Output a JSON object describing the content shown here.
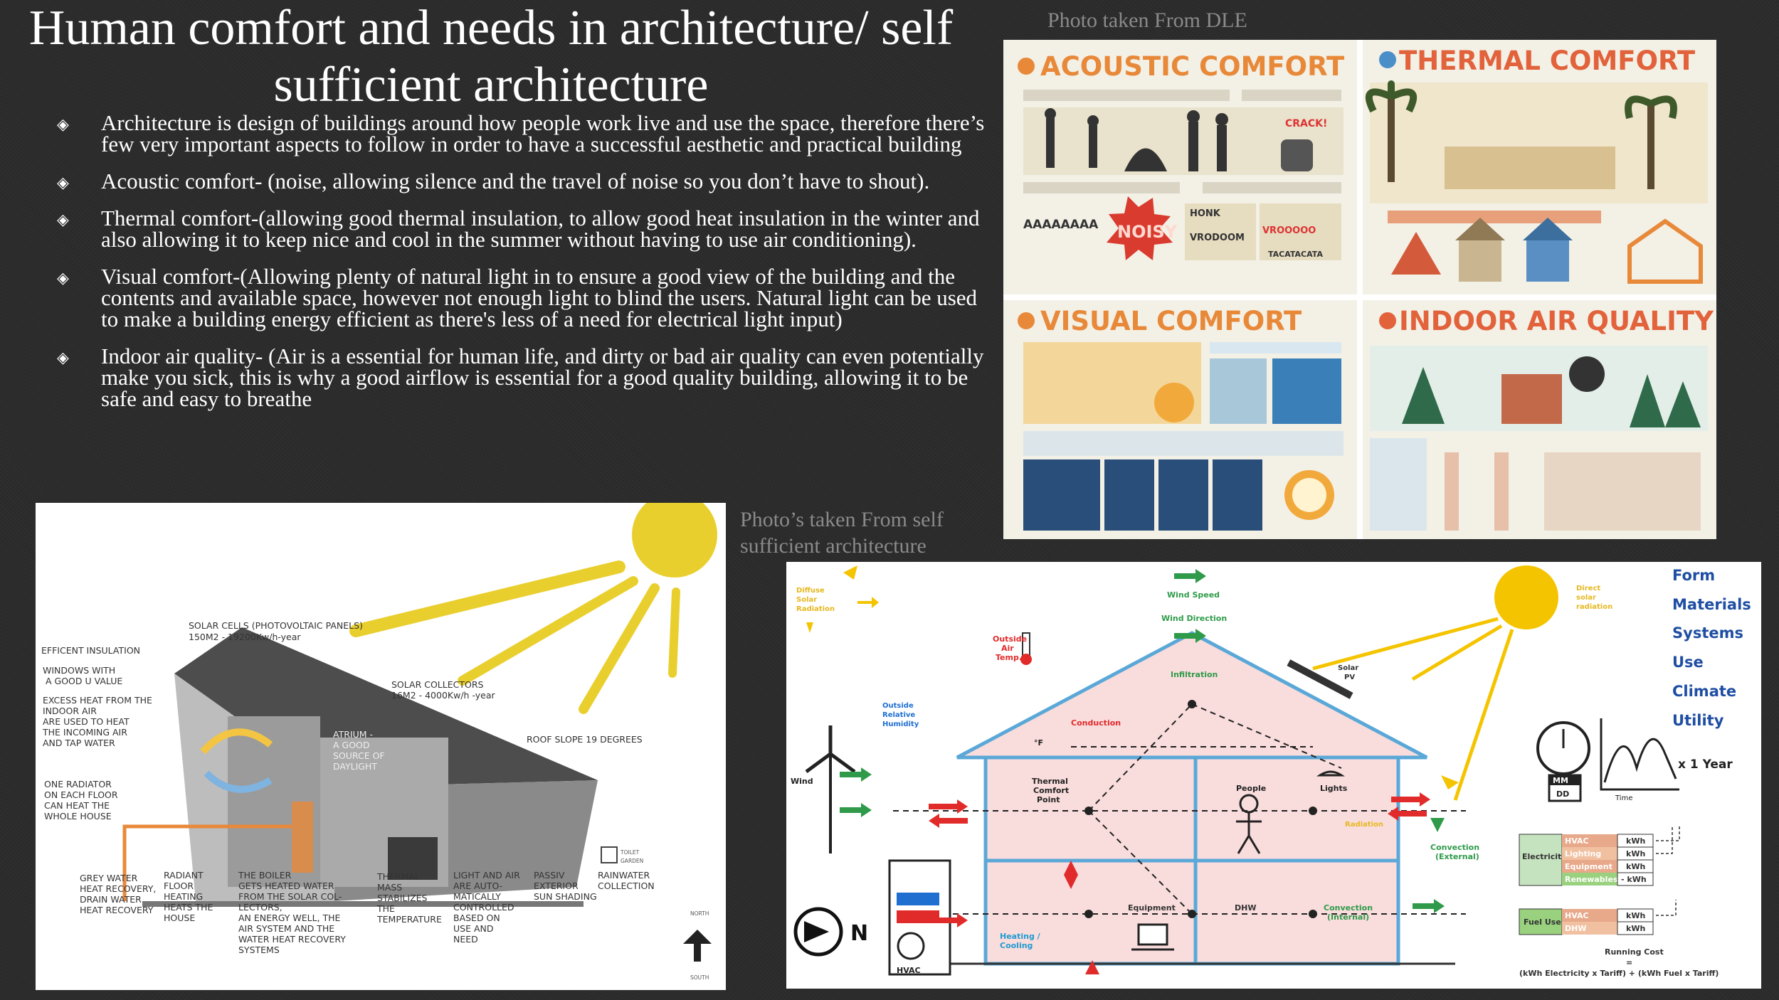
{
  "slide": {
    "title": "Human comfort and needs in architecture/ self sufficient architecture",
    "bullets": [
      "Architecture is design of buildings around how people work live and use the space, therefore there’s few very important aspects to follow in order to have a successful aesthetic and practical building",
      "Acoustic comfort- (noise, allowing silence and the travel of noise so you don’t have to shout).",
      "Thermal comfort-(allowing good thermal insulation, to allow good heat insulation in the winter and also allowing it to keep nice and cool in the summer without having to use air conditioning).",
      "Visual comfort-(Allowing plenty of natural light in to ensure a good view of the building and the contents and available space, however not enough light to blind the users. Natural light can be used to make a building energy efficient as there's less of a need for electrical light input)",
      "Indoor air quality- (Air is a essential for human life, and dirty or bad air quality can even potentially make you sick, this is why a good airflow is essential for a good quality building, allowing it to be safe and easy to breathe"
    ],
    "bullet_icon": "diamond-bullet-icon",
    "caption_dle": "Photo taken From DLE",
    "caption_self": "Photo’s taken From self sufficient architecture"
  },
  "comfort_panel": {
    "acoustic_title": "ACOUSTIC COMFORT",
    "thermal_title": "THERMAL COMFORT",
    "visual_title": "VISUAL COMFORT",
    "air_title": "INDOOR AIR QUALITY",
    "acoustic_words": [
      "AAAAAAAA",
      "NOISY",
      "HONK",
      "VRODOOM",
      "CRACK!",
      "VROOOOO",
      "TACATACATA"
    ],
    "colors": {
      "acoustic": "#e8893a",
      "thermal": "#4b8fc8",
      "visual": "#e8893a",
      "air": "#e2623b"
    }
  },
  "solar_house": {
    "labels": {
      "solar_cells": "SOLAR CELLS (PHOTOVOLTAIC PANELS)",
      "solar_cells_value": "150M2 - 19200Kw/h-year",
      "insulation": "EFFICENT INSULATION",
      "windows": [
        "WINDOWS WITH",
        "A GOOD U VALUE"
      ],
      "excess_heat": [
        "EXCESS HEAT FROM THE",
        "INDOOR AIR",
        "ARE USED TO HEAT",
        "THE INCOMING AIR",
        "AND TAP WATER"
      ],
      "radiator": [
        "ONE RADIATOR",
        "ON EACH FLOOR",
        "CAN HEAT THE",
        "WHOLE HOUSE"
      ],
      "collectors": [
        "SOLAR COLLECTORS",
        "16M2 - 4000Kw/h -year"
      ],
      "atrium": [
        "ATRIUM -",
        "A GOOD",
        "SOURCE OF",
        "DAYLIGHT"
      ],
      "roof_slope": "ROOF SLOPE 19 DEGREES",
      "grey_water": [
        "GREY WATER",
        "HEAT RECOVERY,",
        "DRAIN WATER",
        "HEAT RECOVERY"
      ],
      "radiant_floor": [
        "RADIANT",
        "FLOOR",
        "HEATING",
        "HEATS THE",
        "HOUSE"
      ],
      "boiler": [
        "THE BOILER",
        "GETS HEATED WATER",
        "FROM THE SOLAR COL-",
        "LECTORS,",
        "AN ENERGY WELL, THE",
        "AIR SYSTEM AND THE",
        "WATER HEAT RECOVERY",
        "SYSTEMS"
      ],
      "thermal_mass": [
        "THERMAL",
        "MASS",
        "STABILIZES",
        "THE",
        "TEMPERATURE"
      ],
      "light_air": [
        "LIGHT AND AIR",
        "ARE AUTO-",
        "MATICALLY",
        "CONTROLLED",
        "BASED ON",
        "USE AND",
        "NEED"
      ],
      "passiv": [
        "PASSIV",
        "EXTERIOR",
        "SUN SHADING"
      ],
      "rainwater": [
        "RAINWATER",
        "COLLECTION"
      ],
      "toilet": [
        "TOILET",
        "GARDEN"
      ],
      "north": "NORTH",
      "south": "SOUTH"
    },
    "sun_color": "#e9cf2e"
  },
  "house_diagram": {
    "legend": [
      "Form",
      "Materials",
      "Systems",
      "Use",
      "Climate",
      "Utility"
    ],
    "labels": {
      "diffuse": [
        "Diffuse",
        "Solar",
        "Radiation"
      ],
      "wind_speed": "Wind Speed",
      "wind_direction": "Wind Direction",
      "direct": [
        "Direct",
        "solar",
        "radiation"
      ],
      "outside_temp": [
        "Outside",
        "Air",
        "Temp."
      ],
      "deg": "°F",
      "infiltration": "Infiltration",
      "solar_pv": [
        "Solar",
        "PV"
      ],
      "humidity": [
        "Outside",
        "Relative",
        "Humidity"
      ],
      "conduction": "Conduction",
      "wind": "Wind",
      "thermal_point": [
        "Thermal",
        "Comfort",
        "Point"
      ],
      "people": "People",
      "lights": "Lights",
      "radiation": "Radiation",
      "conv_ext": [
        "Convection",
        "(External)"
      ],
      "conv_int": [
        "Convection",
        "(Internal)"
      ],
      "equipment": "Equipment",
      "dhw": "DHW",
      "heating": [
        "Heating /",
        "Cooling"
      ],
      "hvac": "HVAC",
      "north": "N",
      "x1year": "x 1 Year",
      "time": "Time",
      "clock_display": [
        "MM",
        "DD"
      ],
      "running_cost": "Running Cost",
      "equals": "=",
      "formula": "(kWh Electricity x Tariff) + (kWh Fuel x Tariff)"
    },
    "electricity_use": "Electricity Use",
    "electricity_rows": [
      {
        "name": "HVAC",
        "unit": "kWh"
      },
      {
        "name": "Lighting",
        "unit": "kWh"
      },
      {
        "name": "Equipment",
        "unit": "kWh"
      },
      {
        "name": "Renewables",
        "unit": "- kWh"
      }
    ],
    "fuel_use": "Fuel Use",
    "fuel_rows": [
      {
        "name": "HVAC",
        "unit": "kWh"
      },
      {
        "name": "DHW",
        "unit": "kWh"
      }
    ],
    "colors": {
      "legend": "#1f4ea3",
      "label_red": "#e12b2b",
      "label_green": "#2f9b4a",
      "label_yellow": "#e6b820",
      "pink": "#f9dcdc",
      "sun": "#f5c400"
    }
  }
}
